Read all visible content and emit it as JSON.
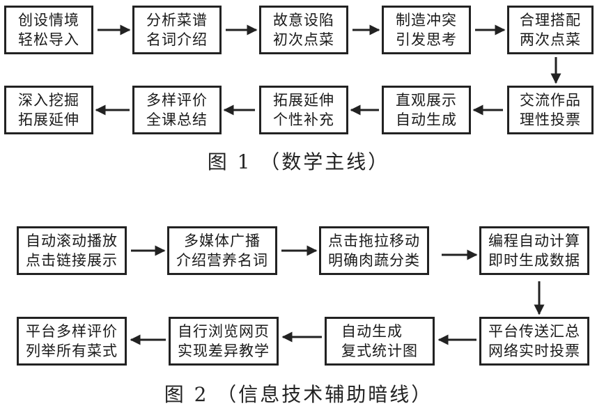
{
  "figure1": {
    "caption": "图 1 （数学主线）",
    "nodes": [
      "创设情境\n轻松导入",
      "分析菜谱\n名词介绍",
      "故意设陷\n初次点菜",
      "制造冲突\n引发思考",
      "合理搭配\n两次点菜",
      "交流作品\n理性投票",
      "直观展示\n自动生成",
      "拓展延伸\n个性补充",
      "多样评价\n全课总结",
      "深入挖掘\n拓展延伸"
    ]
  },
  "figure2": {
    "caption": "图 2 （信息技术辅助暗线）",
    "nodes": [
      "自动滚动播放\n点击链接展示",
      "多媒体广播\n介绍营养名词",
      "点击拖拉移动\n明确肉蔬分类",
      "编程自动计算\n即时生成数据",
      "平台传送汇总\n网络实时投票",
      "自动生成\n复式统计图",
      "自行浏览网页\n实现差异教学",
      "平台多样评价\n列举所有菜式"
    ]
  }
}
